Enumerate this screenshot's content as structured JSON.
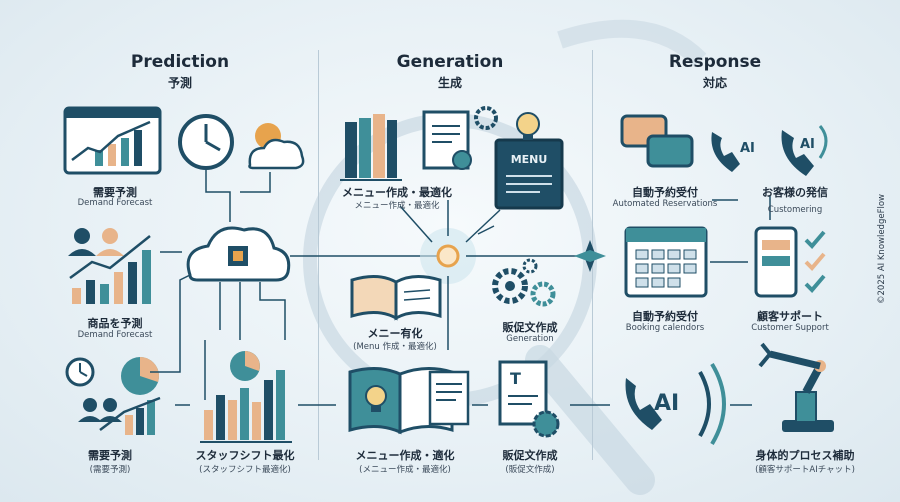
{
  "columns": {
    "prediction": {
      "title": "Prediction",
      "title_ja": "予測"
    },
    "generation": {
      "title": "Generation",
      "title_ja": "生成"
    },
    "response": {
      "title": "Response",
      "title_ja": "対応"
    }
  },
  "prediction": {
    "demand_forecast": {
      "ja": "需要予測",
      "en": "Demand Forecast"
    },
    "product_forecast": {
      "ja": "商品を予測",
      "en": "Demand Forecast"
    },
    "demand_forecast_2": {
      "ja": "需要予測",
      "sub": "(需要予測)"
    },
    "staff_shift": {
      "ja": "スタッフシフト最化",
      "sub": "(スタッフシフト最適化)"
    }
  },
  "generation": {
    "menu_optimize": {
      "ja": "メニュー作成・最適化",
      "sub": "メニュー作成・最適化"
    },
    "menu_card": "MENU",
    "menu_variant": {
      "ja": "メニー有化",
      "sub": "(Menu 作成・最適化)"
    },
    "promo_doc": {
      "ja": "販促文作成",
      "en": "Generation"
    },
    "menu_create": {
      "ja": "メニュー作成・適化",
      "sub": "(メニュー作成・最適化)"
    },
    "promo_doc_2": {
      "ja": "販促文作成",
      "sub": "(販促文作成)"
    }
  },
  "response": {
    "auto_reservation": {
      "ja": "自動予約受付",
      "en": "Automated Reservations"
    },
    "customer_voice": {
      "ja": "お客様の発信",
      "en": "Customering"
    },
    "booking_calendar": {
      "ja": "自動予約受付",
      "en": "Booking calendors"
    },
    "customer_support": {
      "ja": "顧客サポート",
      "en": "Customer Support"
    },
    "physical_process": {
      "ja": "身体的プロセス補助",
      "sub": "(顧客サポートAIチャット)"
    },
    "ai_badge": "AI"
  },
  "copyright": "©2025 AI KnowledgeFlow",
  "colors": {
    "navy": "#1f4e66",
    "teal": "#3f8f99",
    "peach": "#e8b48a",
    "orange": "#e7a34d",
    "bg": "#e9f1f5"
  }
}
